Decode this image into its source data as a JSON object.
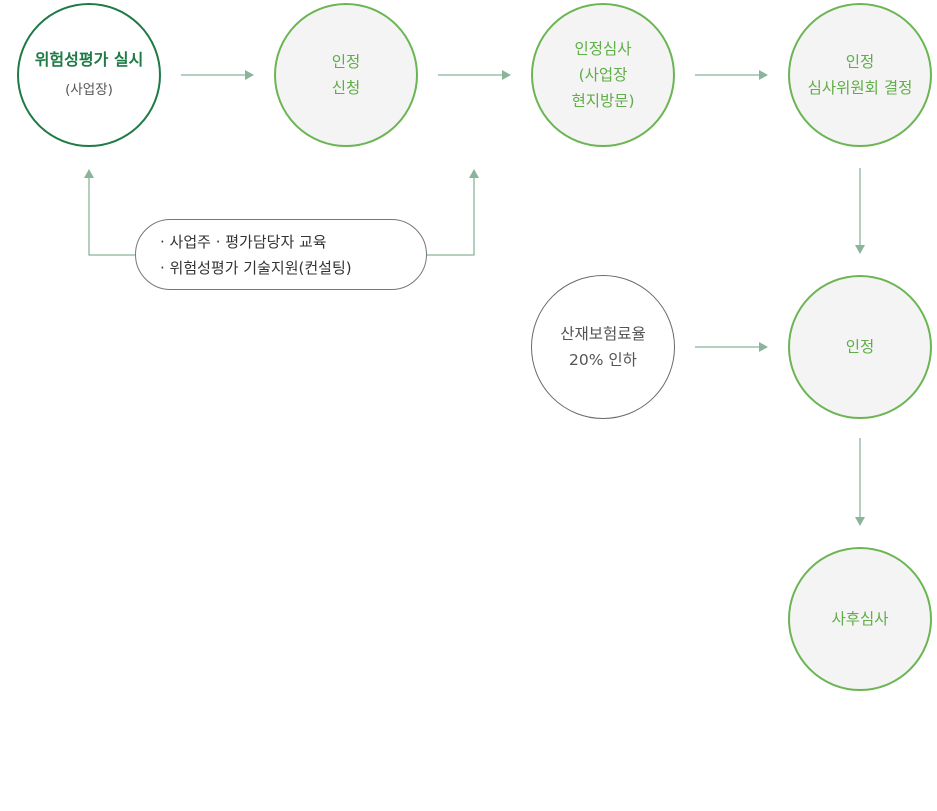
{
  "nodes": {
    "start": {
      "title": "위험성평가 실시",
      "sub": "(사업장)"
    },
    "apply": {
      "line1": "인정",
      "line2": "신청"
    },
    "review": {
      "line1": "인정심사",
      "line2": "(사업장",
      "line3": "현지방문)"
    },
    "committee": {
      "line1": "인정",
      "line2": "심사위원회 결정"
    },
    "approved": {
      "label": "인정"
    },
    "followup": {
      "label": "사후심사"
    },
    "benefit": {
      "line1": "산재보험료율",
      "line2": "20% 인하"
    }
  },
  "support": {
    "line1": "· 사업주 · 평가담당자 교육",
    "line2": "· 위험성평가 기술지원(컨설팅)"
  },
  "colors": {
    "node_green": "#6bb553",
    "start_green": "#1e7a46",
    "arrow": "#8bb59a",
    "node_fill": "#f4f4f4"
  }
}
